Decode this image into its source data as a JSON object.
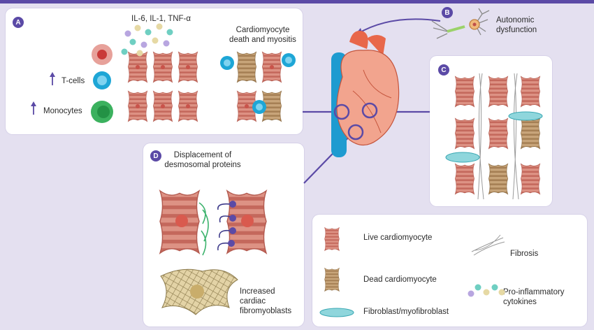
{
  "panels": {
    "a": {
      "badge": "A",
      "cytokines_label": "IL-6, IL-1, TNF-α",
      "tcells_label": "T-cells",
      "monocytes_label": "Monocytes",
      "death_label_line1": "Cardiomyocyte",
      "death_label_line2": "death and myositis"
    },
    "b": {
      "badge": "B",
      "label_line1": "Autonomic",
      "label_line2": "dysfunction"
    },
    "c": {
      "badge": "C"
    },
    "d": {
      "badge": "D",
      "title_line1": "Displacement of",
      "title_line2": "desmosomal proteins",
      "fibro_line1": "Increased",
      "fibro_line2": "cardiac",
      "fibro_line3": "fibromyoblasts"
    }
  },
  "legend": {
    "live": "Live cardiomyocyte",
    "dead": "Dead cardiomyocyte",
    "fibroblast": "Fibroblast/myofibroblast",
    "fibrosis": "Fibrosis",
    "cytokines_line1": "Pro-inflammatory",
    "cytokines_line2": "cytokines"
  },
  "colors": {
    "accent": "#5b4aa6",
    "live_cardiomyocyte": "#d9877a",
    "live_stripe": "#c06a5e",
    "dead_cardiomyocyte": "#b8956a",
    "fibroblast": "#8fd6dc",
    "tcell": "#1ea6d6",
    "monocyte": "#3bb15e",
    "heart": "#e8674a",
    "vessel": "#1e9bd0"
  },
  "icons": {
    "tcells_arrow": "up-arrow-icon",
    "monocytes_arrow": "up-arrow-icon",
    "neuron": "neuron-icon",
    "heart": "heart-icon"
  }
}
